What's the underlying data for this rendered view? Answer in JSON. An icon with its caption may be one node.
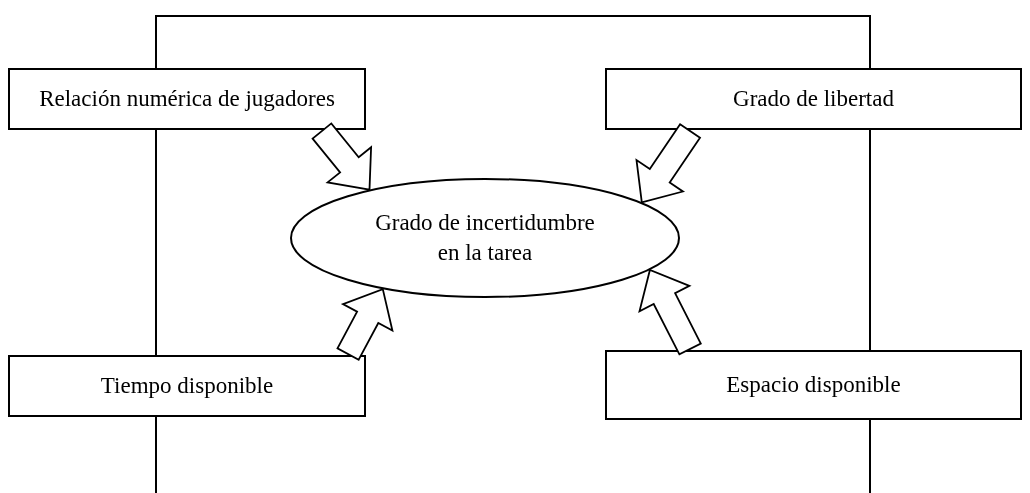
{
  "diagram": {
    "nodes": [
      {
        "text": [],
        "shape": "box"
      },
      {
        "text": [
          "Relación numérica de jugadores"
        ]
      },
      {
        "text": [
          "Grado de libertad"
        ]
      },
      {
        "text": [
          "Grado de incertidumbre en la tarea"
        ],
        "in": 0
      },
      {
        "text": [
          "Tiempo disponible"
        ]
      },
      {
        "text": [
          "Espacio disponible"
        ]
      }
    ],
    "edges": [
      {
        "from": 1,
        "to": 3,
        "arrow": "to"
      },
      {
        "from": 2,
        "to": 3,
        "arrow": "to"
      },
      {
        "from": 4,
        "to": 3,
        "arrow": "to"
      },
      {
        "from": 5,
        "to": 3,
        "arrow": "to"
      }
    ]
  }
}
